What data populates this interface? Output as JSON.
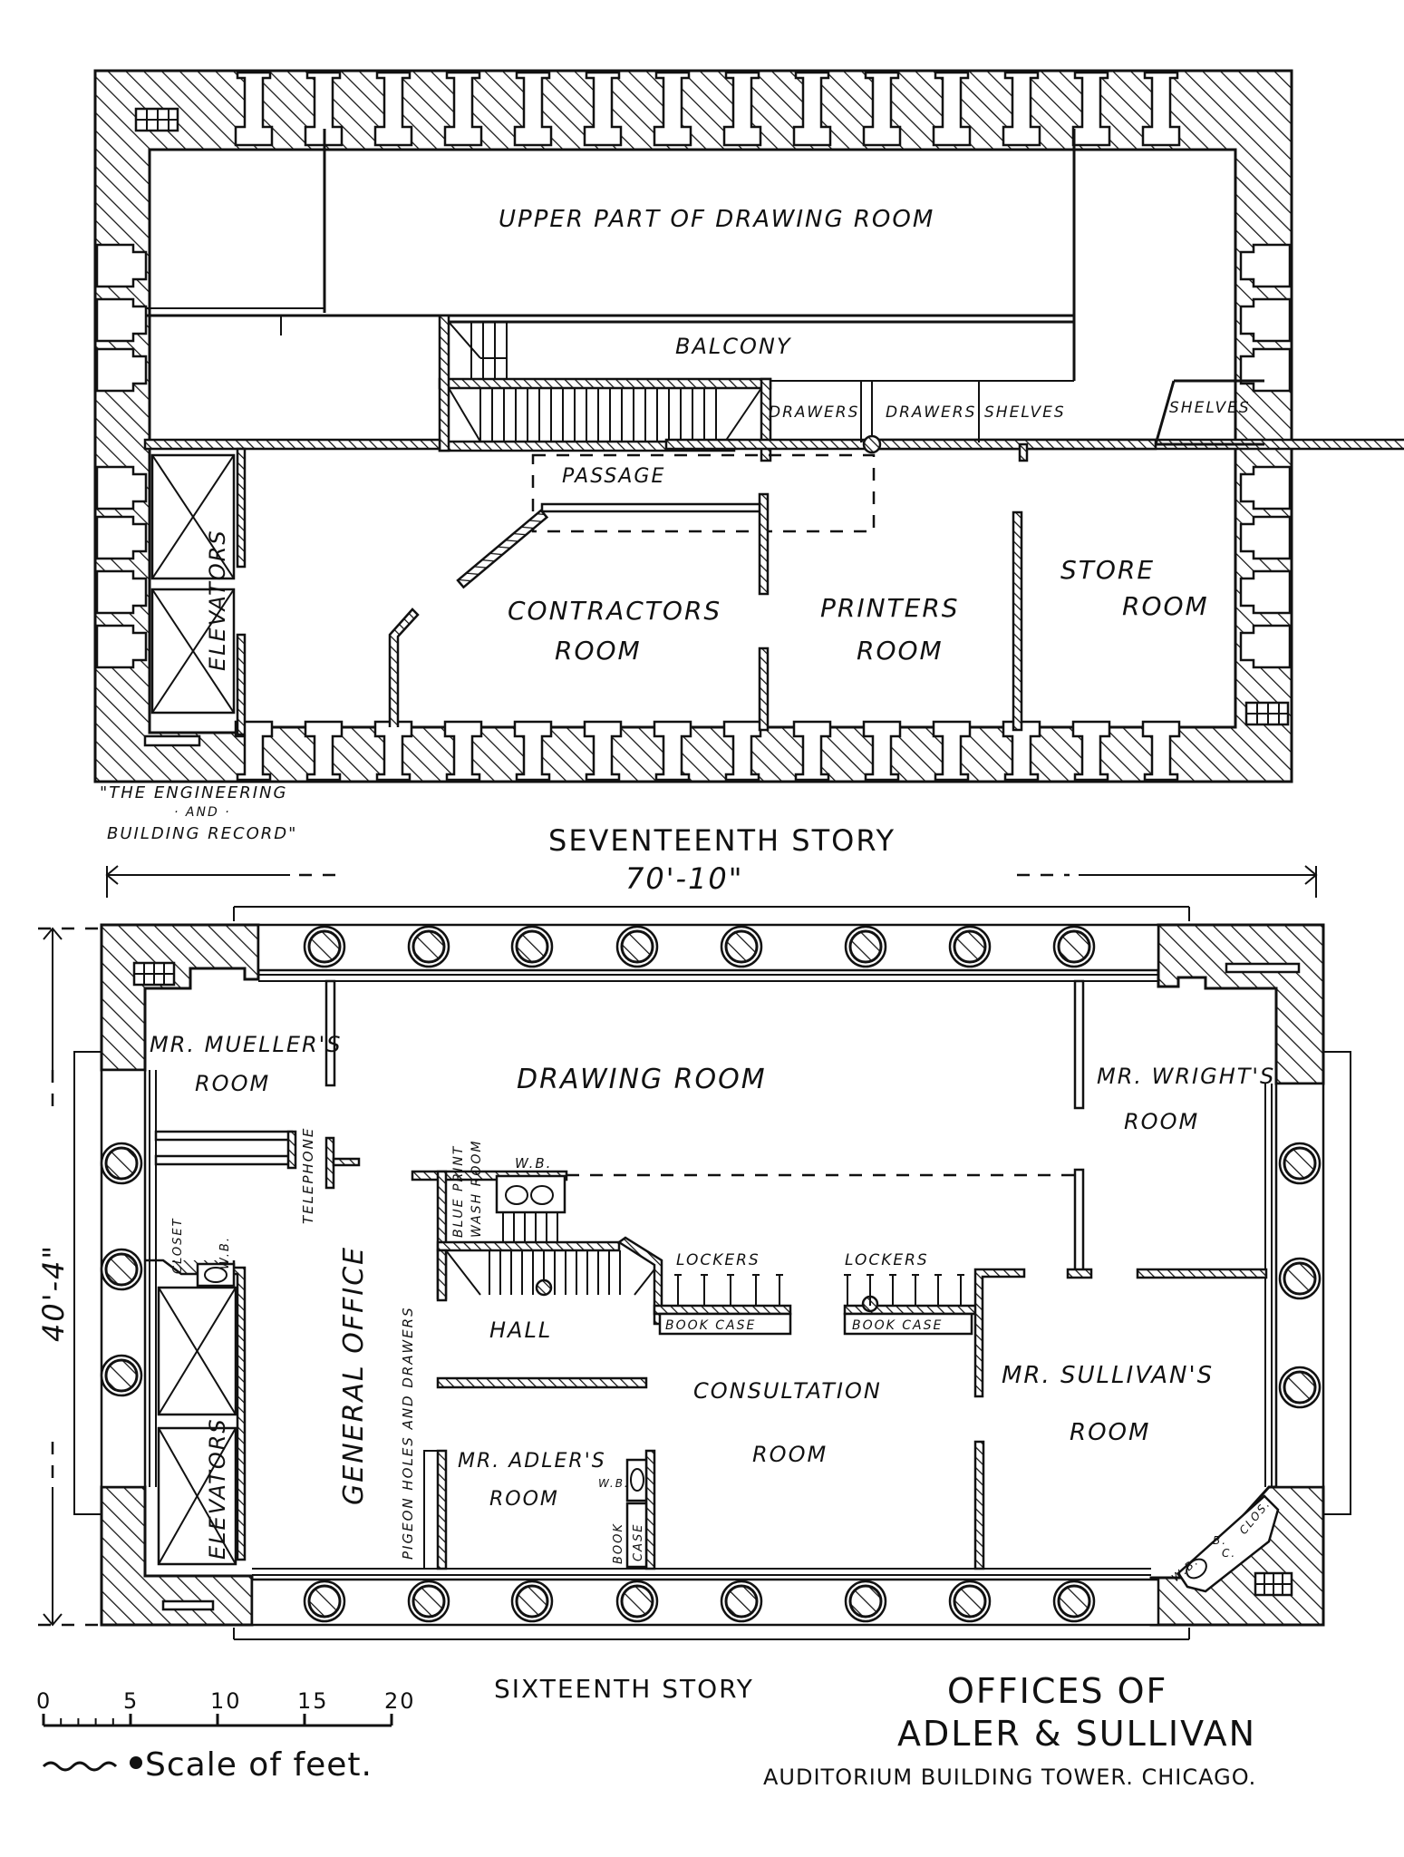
{
  "colors": {
    "ink": "#111111",
    "paper": "#ffffff"
  },
  "credit": {
    "line1": "\"THE ENGINEERING",
    "line2": "· AND ·",
    "line3": "BUILDING RECORD\""
  },
  "seventeenth_story": {
    "title": "SEVENTEENTH STORY",
    "rooms": {
      "upper_drawing_room": "UPPER PART OF DRAWING ROOM",
      "balcony": "BALCONY",
      "drawers_1": "DRAWERS",
      "drawers_2": "DRAWERS",
      "shelves_1": "SHELVES",
      "shelves_2": "SHELVES",
      "passage": "PASSAGE",
      "elevators": "ELEVATORS",
      "contractors_1": "CONTRACTORS",
      "contractors_2": "ROOM",
      "printers_1": "PRINTERS",
      "printers_2": "ROOM",
      "store_1": "STORE",
      "store_2": "ROOM"
    }
  },
  "sixteenth_story": {
    "title": "SIXTEENTH STORY",
    "width_dimension": "70'-10\"",
    "height_dimension": "40'-4\"",
    "rooms": {
      "mueller_1": "MR. MUELLER'S",
      "mueller_2": "ROOM",
      "drawing_room": "DRAWING ROOM",
      "wright_1": "MR. WRIGHT'S",
      "wright_2": "ROOM",
      "telephone": "TELEPHONE",
      "blue_print_1": "BLUE PRINT",
      "blue_print_2": "WASH ROOM",
      "wb_1": "W.B.",
      "closet": "CLOSET",
      "wb_2": "W.B.",
      "general_office": "GENERAL OFFICE",
      "pigeon_holes": "PIGEON HOLES AND DRAWERS",
      "lockers_1": "LOCKERS",
      "lockers_2": "LOCKERS",
      "book_case_1": "BOOK CASE",
      "book_case_2": "BOOK CASE",
      "hall": "HALL",
      "consultation_1": "CONSULTATION",
      "consultation_2": "ROOM",
      "sullivan_1": "MR. SULLIVAN'S",
      "sullivan_2": "ROOM",
      "elevators": "ELEVATORS",
      "adler_1": "MR. ADLER'S",
      "adler_2": "ROOM",
      "wb_3": "W.B.",
      "book_case_3a": "BOOK",
      "book_case_3b": "CASE",
      "wb_4": "W.B.",
      "bc_1": "B.",
      "bc_2": "C.",
      "clos": "CLOS."
    }
  },
  "scale": {
    "ticks": [
      "0",
      "5",
      "10",
      "15",
      "20"
    ],
    "label": "Scale of feet."
  },
  "title_block": {
    "line1": "OFFICES OF",
    "line2": "ADLER & SULLIVAN",
    "line3": "AUDITORIUM BUILDING TOWER. CHICAGO."
  }
}
